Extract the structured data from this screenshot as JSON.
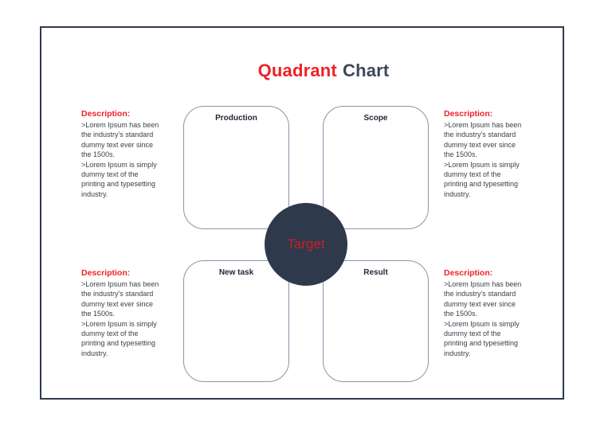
{
  "title": {
    "highlight": "Quadrant",
    "rest": "Chart"
  },
  "quadrants": [
    {
      "label": "Production"
    },
    {
      "label": "Scope"
    },
    {
      "label": "New task"
    },
    {
      "label": "Result"
    }
  ],
  "center": {
    "label": "Target"
  },
  "descriptions": [
    {
      "position": "top-left",
      "heading": "Description:",
      "body": ">Lorem Ipsum has been\nthe industry's standard\ndummy text ever since\nthe 1500s.\n>Lorem Ipsum is simply\ndummy text of the\nprinting and typesetting\nindustry."
    },
    {
      "position": "top-right",
      "heading": "Description:",
      "body": ">Lorem Ipsum has been\nthe industry's standard\ndummy text ever since\nthe 1500s.\n>Lorem Ipsum is simply\ndummy text of the\nprinting and typesetting\nindustry."
    },
    {
      "position": "bottom-left",
      "heading": "Description:",
      "body": ">Lorem Ipsum has been\nthe industry's standard\ndummy text ever since\nthe 1500s.\n>Lorem Ipsum is simply\ndummy text of the\nprinting and typesetting\nindustry."
    },
    {
      "position": "bottom-right",
      "heading": "Description:",
      "body": ">Lorem Ipsum has been\nthe industry's standard\ndummy text ever since\nthe 1500s.\n>Lorem Ipsum is simply\ndummy text of the\nprinting and typesetting\nindustry."
    }
  ],
  "colors": {
    "accent_red": "#ee2226",
    "target_red": "#cf1e26",
    "dark_navy": "#2e3a4c",
    "box_border": "#8a94a8"
  }
}
